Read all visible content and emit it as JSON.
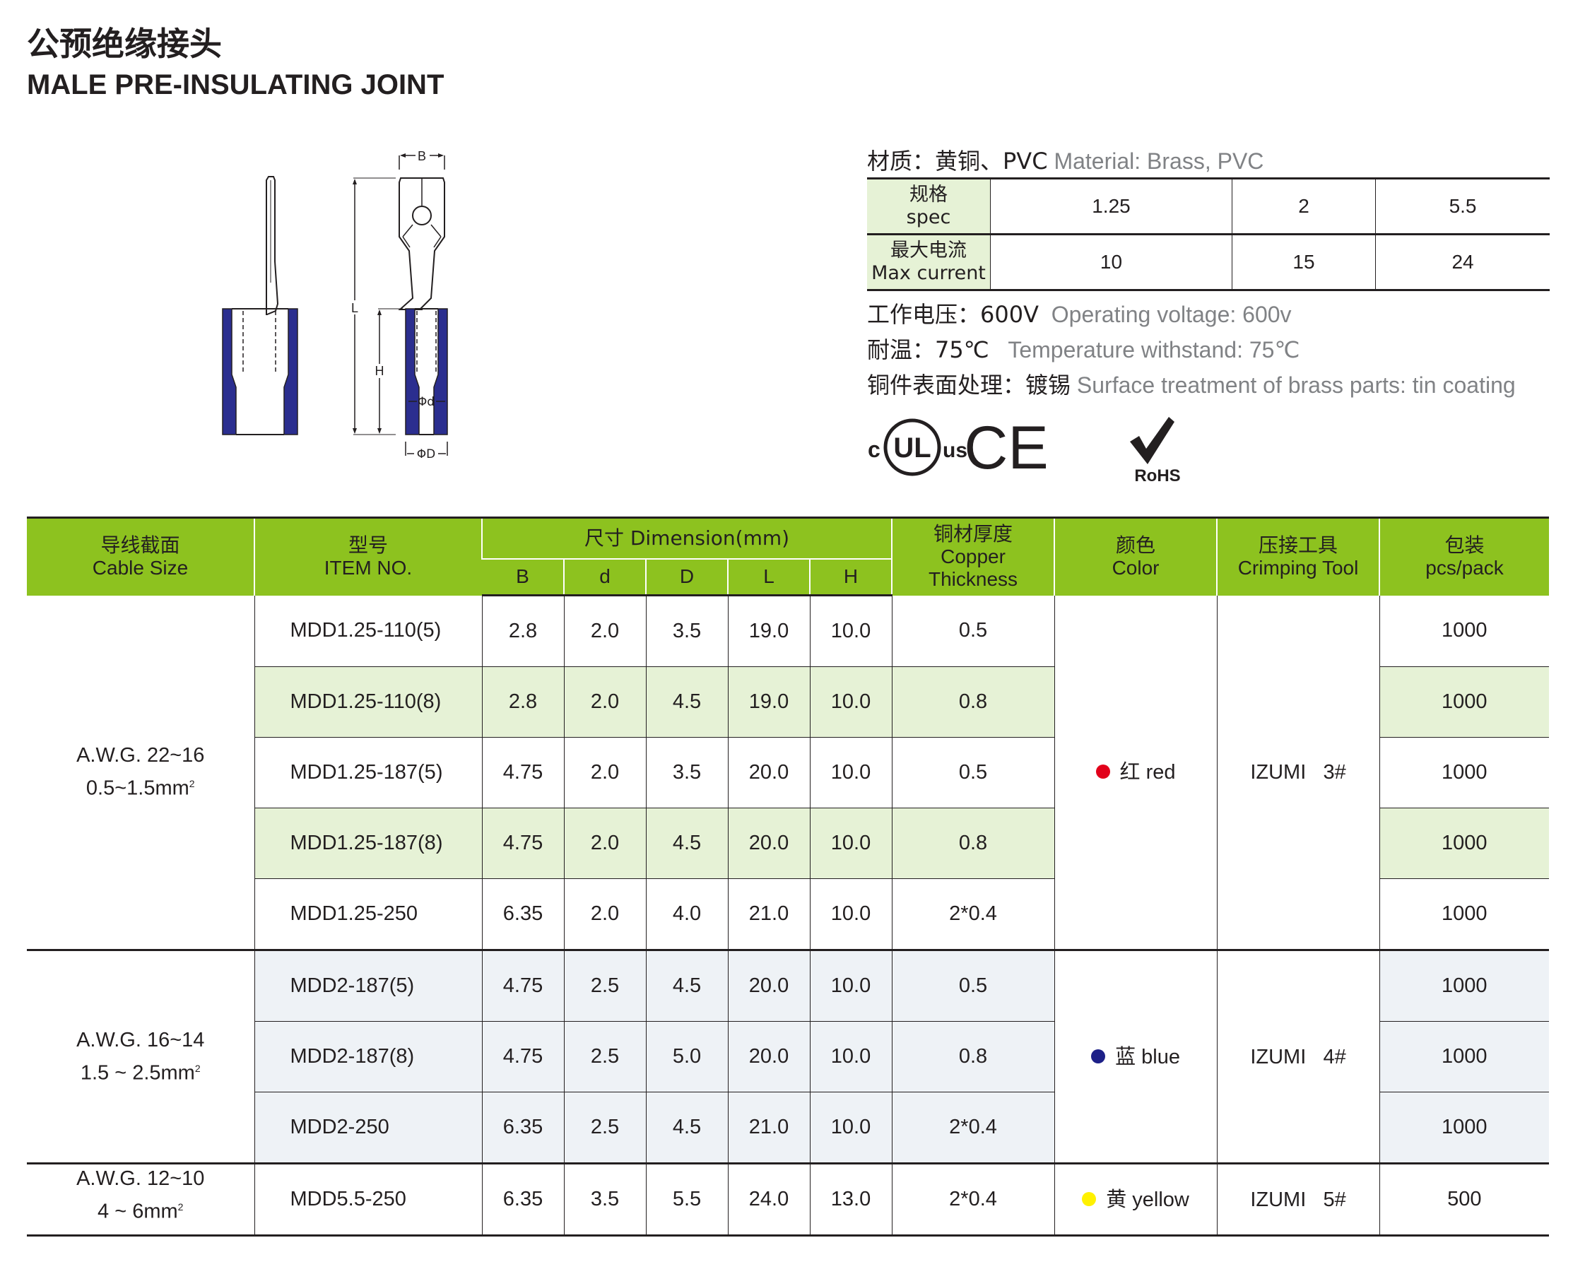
{
  "header": {
    "title_cn": "公预绝缘接头",
    "title_en": "MALE PRE-INSULATING JOINT"
  },
  "drawing": {
    "labels": {
      "B": "B",
      "L": "L",
      "H": "H",
      "d": "Φd",
      "D": "ΦD"
    },
    "insulation_color": "#2b2e8f"
  },
  "specs": {
    "material_cn": "材质：黄铜、PVC",
    "material_en": "Material: Brass, PVC",
    "rows": [
      {
        "label_cn": "规格",
        "label_en": "spec",
        "values": [
          "1.25",
          "2",
          "5.5"
        ]
      },
      {
        "label_cn": "最大电流",
        "label_en": "Max current",
        "values": [
          "10",
          "15",
          "24"
        ]
      }
    ],
    "voltage_cn": "工作电压：600V",
    "voltage_en": "Operating voltage: 600v",
    "temp_cn": "耐温：75℃",
    "temp_en": "Temperature withstand: 75℃",
    "surface_cn": "铜件表面处理：镀锡",
    "surface_en": "Surface treatment of brass parts: tin coating"
  },
  "certs": {
    "ul_c": "c",
    "ul_mark": "UL",
    "ul_us": "us",
    "ce": "CE",
    "rohs": "RoHS"
  },
  "table": {
    "headers": {
      "cable_cn": "导线截面",
      "cable_en": "Cable Size",
      "item_cn": "型号",
      "item_en": "ITEM NO.",
      "dimension": "尺寸 Dimension(mm)",
      "dims": [
        "B",
        "d",
        "D",
        "L",
        "H"
      ],
      "copper_cn": "铜材厚度",
      "copper_en1": "Copper",
      "copper_en2": "Thickness",
      "color_cn": "颜色",
      "color_en": "Color",
      "tool_cn": "压接工具",
      "tool_en": "Crimping Tool",
      "pack_cn": "包装",
      "pack_en": "pcs/pack"
    },
    "groups": [
      {
        "awg": "A.W.G. 22~16",
        "size": "0.5~1.5mm",
        "size_sup": "2",
        "color_cn": "红",
        "color_en": "red",
        "dot": "#e2001a",
        "tool": "IZUMI   3#",
        "rows": [
          {
            "item": "MDD1.25-110(5)",
            "B": "2.8",
            "d": "2.0",
            "D": "3.5",
            "L": "19.0",
            "H": "10.0",
            "t": "0.5",
            "pack": "1000"
          },
          {
            "item": "MDD1.25-110(8)",
            "B": "2.8",
            "d": "2.0",
            "D": "4.5",
            "L": "19.0",
            "H": "10.0",
            "t": "0.8",
            "pack": "1000"
          },
          {
            "item": "MDD1.25-187(5)",
            "B": "4.75",
            "d": "2.0",
            "D": "3.5",
            "L": "20.0",
            "H": "10.0",
            "t": "0.5",
            "pack": "1000"
          },
          {
            "item": "MDD1.25-187(8)",
            "B": "4.75",
            "d": "2.0",
            "D": "4.5",
            "L": "20.0",
            "H": "10.0",
            "t": "0.8",
            "pack": "1000"
          },
          {
            "item": "MDD1.25-250",
            "B": "6.35",
            "d": "2.0",
            "D": "4.0",
            "L": "21.0",
            "H": "10.0",
            "t": "2*0.4",
            "pack": "1000"
          }
        ]
      },
      {
        "awg": "A.W.G. 16~14",
        "size": "1.5 ~ 2.5mm",
        "size_sup": "2",
        "color_cn": "蓝",
        "color_en": "blue",
        "dot": "#1d2088",
        "tool": "IZUMI   4#",
        "rows": [
          {
            "item": "MDD2-187(5)",
            "B": "4.75",
            "d": "2.5",
            "D": "4.5",
            "L": "20.0",
            "H": "10.0",
            "t": "0.5",
            "pack": "1000"
          },
          {
            "item": "MDD2-187(8)",
            "B": "4.75",
            "d": "2.5",
            "D": "5.0",
            "L": "20.0",
            "H": "10.0",
            "t": "0.8",
            "pack": "1000"
          },
          {
            "item": "MDD2-250",
            "B": "6.35",
            "d": "2.5",
            "D": "4.5",
            "L": "21.0",
            "H": "10.0",
            "t": "2*0.4",
            "pack": "1000"
          }
        ]
      },
      {
        "awg": "A.W.G. 12~10",
        "size": "4 ~ 6mm",
        "size_sup": "2",
        "color_cn": "黄",
        "color_en": "yellow",
        "dot": "#fff100",
        "tool": "IZUMI   5#",
        "rows": [
          {
            "item": "MDD5.5-250",
            "B": "6.35",
            "d": "3.5",
            "D": "5.5",
            "L": "24.0",
            "H": "13.0",
            "t": "2*0.4",
            "pack": "500"
          }
        ]
      }
    ]
  }
}
